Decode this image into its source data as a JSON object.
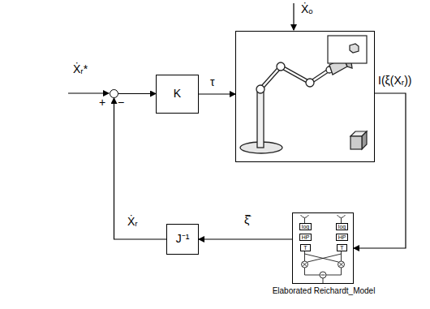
{
  "diagram": {
    "nodes": [
      {
        "text": [
          "+",
          "−"
        ]
      },
      {
        "text": [
          "K"
        ]
      },
      {
        "text": [
          "Ẋₒ"
        ]
      },
      {
        "text": [
          "J⁻¹"
        ]
      },
      {
        "text": [
          "Elaborated Reichardt_Model"
        ]
      },
      {
        "text": [
          "log"
        ],
        "in": 4
      },
      {
        "text": [
          "HP"
        ],
        "in": 4
      },
      {
        "text": [
          "T"
        ],
        "in": 4
      },
      {
        "text": [
          "log"
        ],
        "in": 4
      },
      {
        "text": [
          "HP"
        ],
        "in": 4
      },
      {
        "text": [
          "T"
        ],
        "in": 4
      }
    ],
    "edges": [
      {
        "from": 0,
        "to": 1,
        "arrow": "to"
      },
      {
        "from": 1,
        "to": 2,
        "label": "τ",
        "arrow": "to"
      },
      {
        "from": 2,
        "to": 4,
        "label": "I(ξ(Xᵣ))",
        "arrow": "to"
      },
      {
        "from": 4,
        "to": 3,
        "label": "ξ̇̂",
        "arrow": "to"
      },
      {
        "from": 3,
        "to": 0,
        "label": "Ẋᵣ",
        "arrow": "to"
      },
      {
        "from": 5,
        "to": 6,
        "arrow": "none"
      },
      {
        "from": 6,
        "to": 7,
        "arrow": "none"
      },
      {
        "from": 8,
        "to": 9,
        "arrow": "none"
      },
      {
        "from": 9,
        "to": 10,
        "arrow": "none"
      }
    ],
    "labels": [
      "Ẋᵣ*"
    ]
  }
}
